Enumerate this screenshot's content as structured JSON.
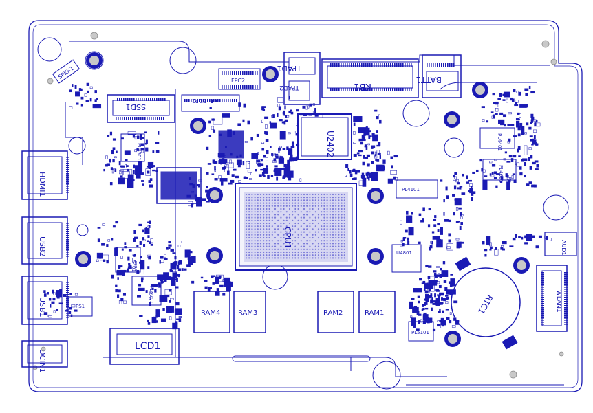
{
  "board": {
    "colors": {
      "trace": "#1a1ab4",
      "fill": "#1a1ab4",
      "pad": "#2b2bd0",
      "hole": "#c8c8c8",
      "bg": "#ffffff"
    },
    "labels": {
      "cpu": "CPU1",
      "u2402": "U2402",
      "kb1": "KB1",
      "batt1": "BATT1",
      "tpad1": "TPAD1",
      "tpad2": "TPAD2",
      "ssd1": "SSD1",
      "hdmi1": "HDMI1",
      "usb2": "USB2",
      "usb1": "USB1",
      "dcin1": "DCIN1",
      "lcd1": "LCD1",
      "ram4": "RAM4",
      "ram3": "RAM3",
      "ram2": "RAM2",
      "ram1": "RAM1",
      "rtc1": "RTC1",
      "wlan1": "WLAN1",
      "aud1": "AUD1",
      "pl4401": "PL4401",
      "pl4501": "PL4501",
      "pl5101": "PL5101",
      "pl5201": "PL5201",
      "pl5401": "PL5401",
      "ps1": "PS1",
      "pl4101": "PL4101",
      "pl4601": "PL4601",
      "u4801": "U4801",
      "edp2": "EDP2",
      "flex": "FPC2",
      "spkr": "SPKR1"
    }
  }
}
